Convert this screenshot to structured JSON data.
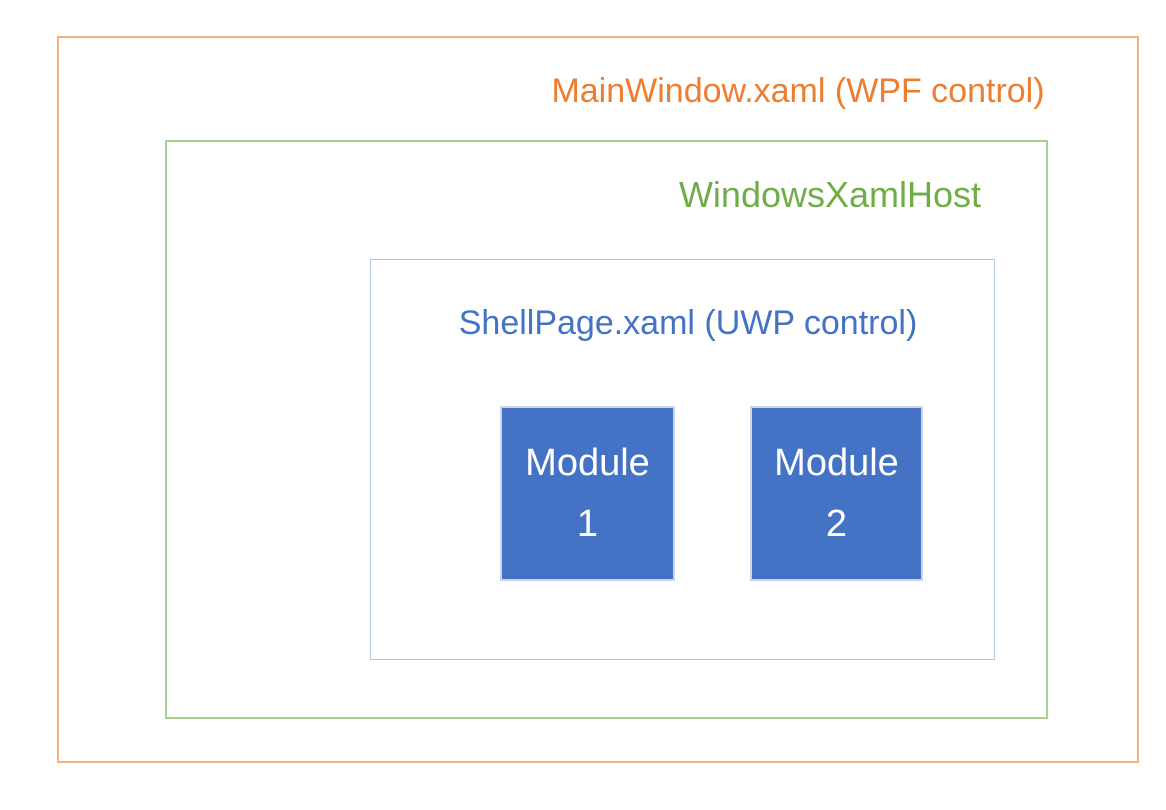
{
  "diagram": {
    "outer_box": {
      "label": "MainWindow.xaml (WPF control)"
    },
    "middle_box": {
      "label": "WindowsXamlHost"
    },
    "inner_box": {
      "label": "ShellPage.xaml (UWP control)"
    },
    "modules": [
      {
        "line1": "Module",
        "line2": "1"
      },
      {
        "line1": "Module",
        "line2": "2"
      }
    ]
  },
  "colors": {
    "orange-text": "#ED7D31",
    "orange-border": "#F4B183",
    "green-text": "#70AD47",
    "green-border": "#A9D18E",
    "blue-text": "#4472C4",
    "blue-border": "#B4C7E7",
    "module-fill": "#4472C4",
    "module-border": "#CDD3E0",
    "module-text": "#FFFFFF"
  }
}
